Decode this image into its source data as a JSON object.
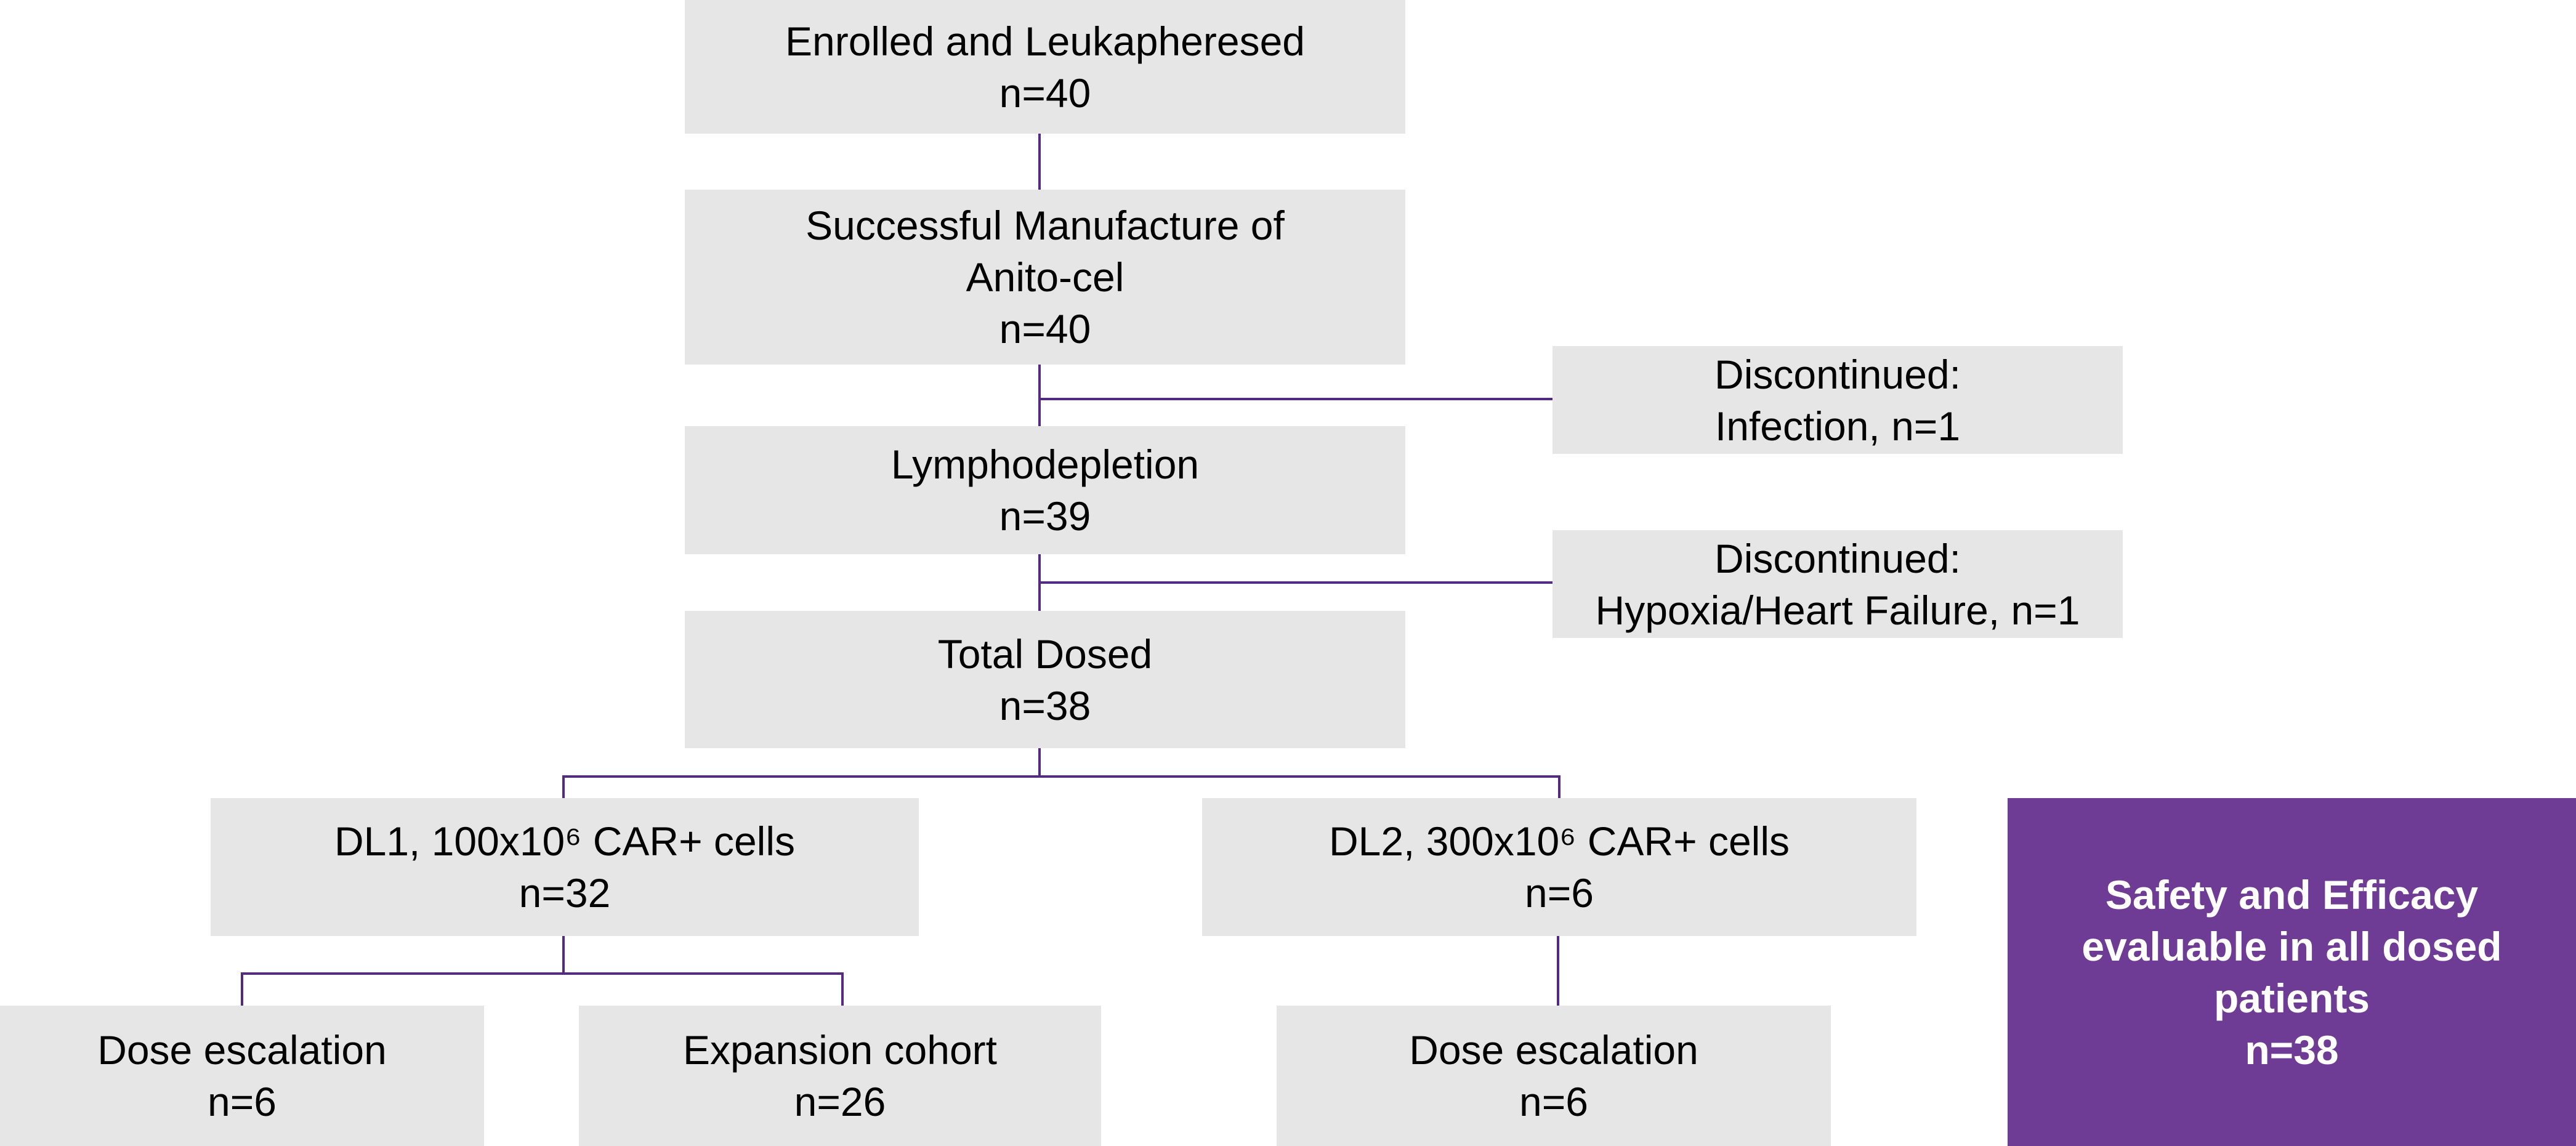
{
  "diagram": {
    "title": "Patient disposition flowchart",
    "colors": {
      "node_fill": "#e7e6e6",
      "node_text": "#000000",
      "connector": "#552a82",
      "highlight_fill": "#6e3c95",
      "highlight_text": "#ffffff"
    },
    "nodes": {
      "enrolled": {
        "lines": [
          "Enrolled and Leukapheresed",
          "n=40"
        ]
      },
      "manufacture": {
        "lines": [
          "Successful Manufacture of",
          "Anito-cel",
          "n=40"
        ]
      },
      "lymphodepletion": {
        "lines": [
          "Lymphodepletion",
          "n=39"
        ]
      },
      "total_dosed": {
        "lines": [
          "Total Dosed",
          "n=38"
        ]
      },
      "discontinued_infection": {
        "lines": [
          "Discontinued:",
          "Infection, n=1"
        ]
      },
      "discontinued_hypoxia": {
        "lines": [
          "Discontinued:",
          "Hypoxia/Heart Failure, n=1"
        ]
      },
      "dl1": {
        "lines": [
          "DL1, 100x10⁶ CAR+ cells",
          "n=32"
        ]
      },
      "dl2": {
        "lines": [
          "DL2, 300x10⁶ CAR+ cells",
          "n=6"
        ]
      },
      "dose_escalation_dl1": {
        "lines": [
          "Dose escalation",
          "n=6"
        ]
      },
      "expansion_cohort": {
        "lines": [
          "Expansion cohort",
          "n=26"
        ]
      },
      "dose_escalation_dl2": {
        "lines": [
          "Dose escalation",
          "n=6"
        ]
      },
      "safety_efficacy": {
        "lines": [
          "Safety and Efficacy",
          "evaluable in all dosed",
          "patients",
          "n=38"
        ]
      }
    }
  }
}
